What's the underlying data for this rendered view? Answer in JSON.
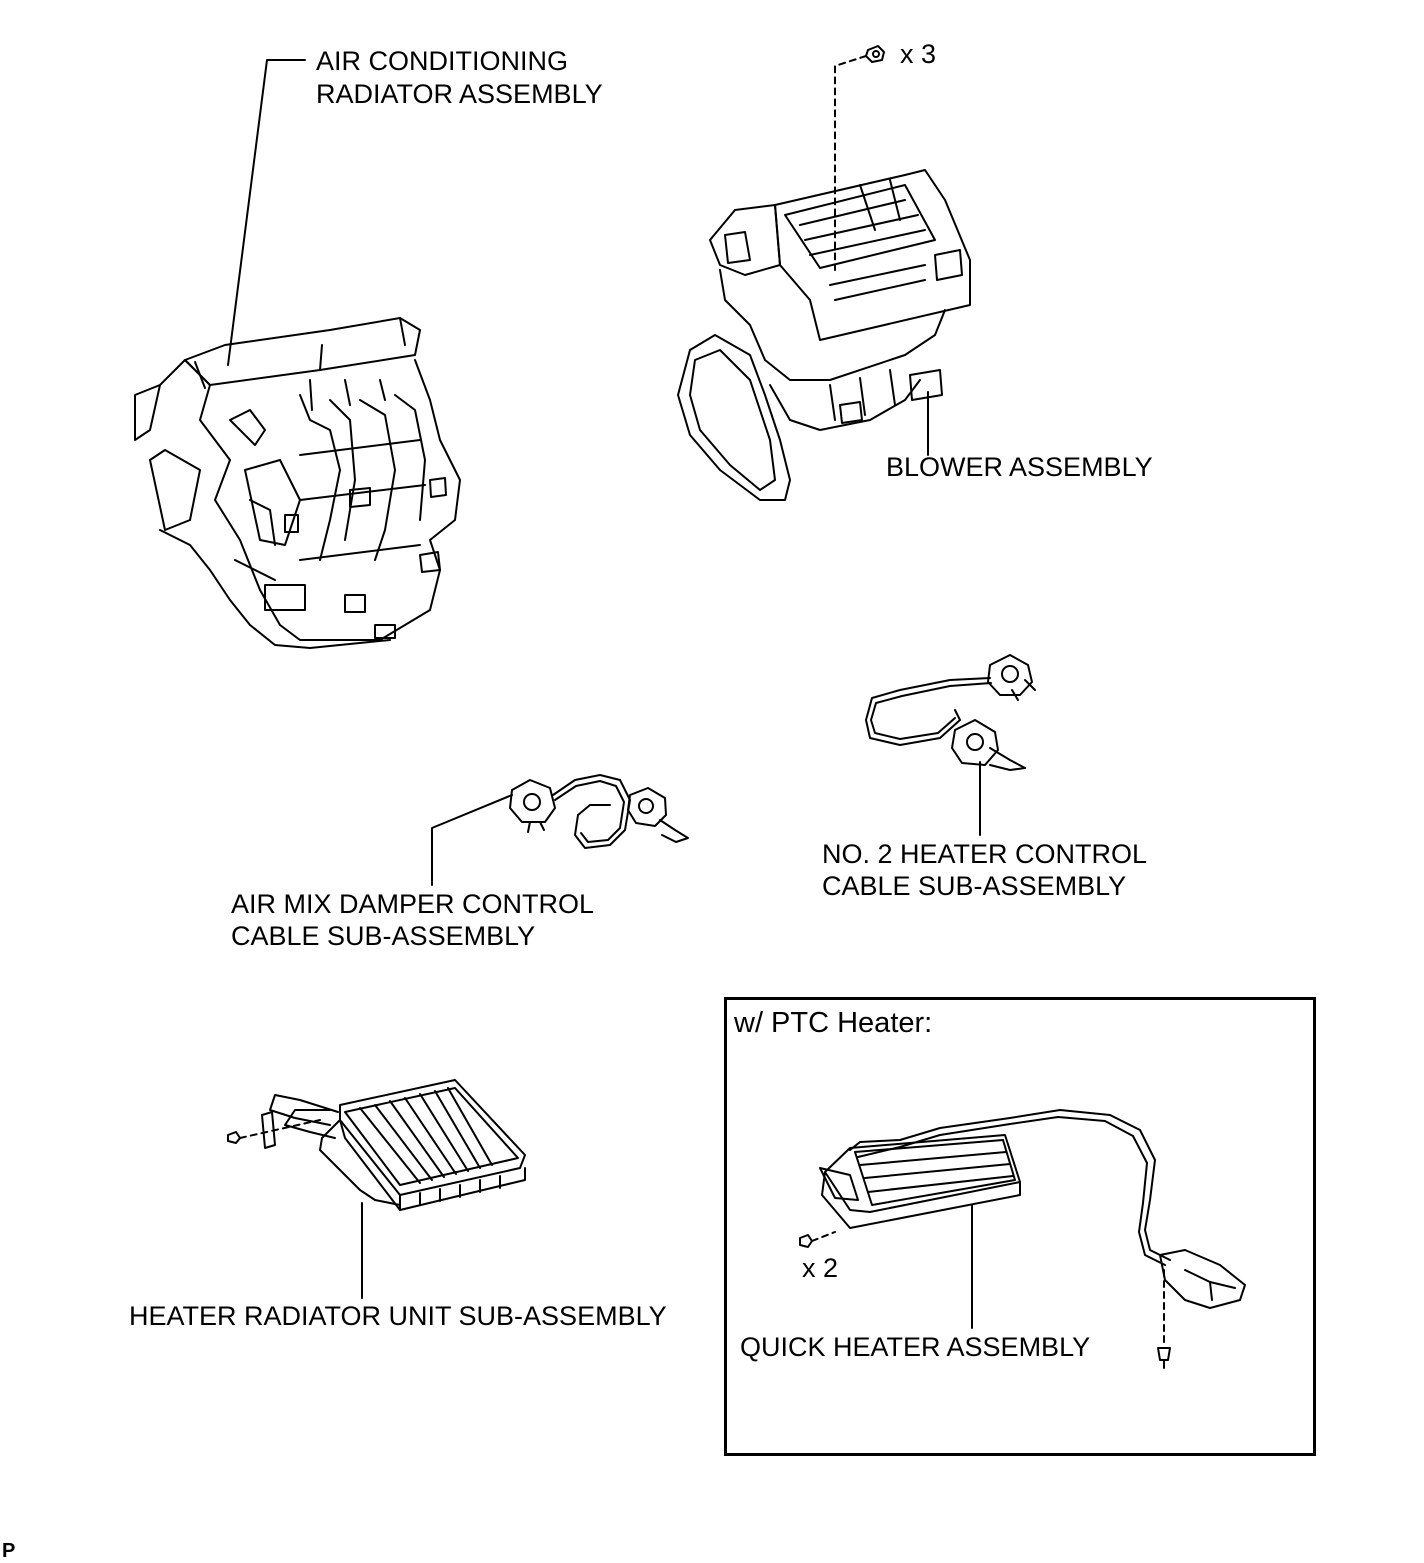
{
  "labels": {
    "ac_radiator_line1": "AIR CONDITIONING",
    "ac_radiator_line2": "RADIATOR ASSEMBLY",
    "blower_qty": "x 3",
    "blower": "BLOWER ASSEMBLY",
    "no2_cable_line1": "NO. 2 HEATER CONTROL",
    "no2_cable_line2": "CABLE SUB-ASSEMBLY",
    "airmix_cable_line1": "AIR MIX DAMPER CONTROL",
    "airmix_cable_line2": "CABLE SUB-ASSEMBLY",
    "heater_radiator": "HEATER RADIATOR UNIT SUB-ASSEMBLY",
    "ptc_box_title": "w/ PTC Heater:",
    "quick_heater_qty": "x 2",
    "quick_heater": "QUICK HEATER ASSEMBLY",
    "corner_code": "P"
  }
}
